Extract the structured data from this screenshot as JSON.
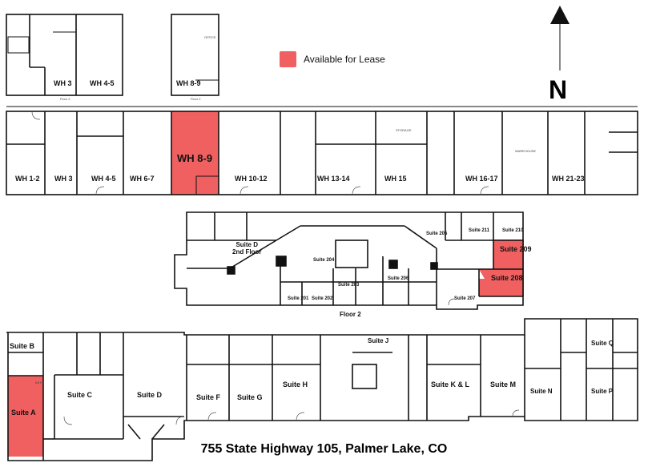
{
  "legend": {
    "label": "Available for Lease",
    "color": "#f06060"
  },
  "north_label": "N",
  "address": "755 State Highway 105, Palmer Lake, CO",
  "floor2_caption": "Floor 2",
  "mezzanine_left": {
    "units": [
      "WH 3",
      "WH 4-5"
    ],
    "caption": "Floor 2"
  },
  "mezzanine_right": {
    "units": [
      "WH 8-9"
    ],
    "caption": "Floor 2"
  },
  "warehouse_row": [
    "WH 1-2",
    "WH 3",
    "WH 4-5",
    "WH 6-7",
    "WH 8-9",
    "WH 10-12",
    "WH 13-14",
    "WH 15",
    "WH 16-17",
    "WH 21-23"
  ],
  "floor2_suites": {
    "suite_d": [
      "Suite D",
      "2nd Floor"
    ],
    "suites": [
      "Suite 204",
      "Suite 203",
      "Suite 201",
      "Suite 202",
      "Suite 206",
      "Suite 207",
      "Suite 205",
      "Suite 211",
      "Suite 210"
    ],
    "available": [
      "Suite 209",
      "Suite 208"
    ]
  },
  "ground_suites": [
    "Suite B",
    "Suite C",
    "Suite D",
    "Suite F",
    "Suite G",
    "Suite H",
    "Suite J",
    "Suite K & L",
    "Suite M",
    "Suite N",
    "Suite Q",
    "Suite P"
  ],
  "ground_available": [
    "Suite A"
  ],
  "room_labels": {
    "office": "OFFICE",
    "storage": "STORAGE",
    "warehouse": "WAREHOUSE",
    "bath": "BATH"
  }
}
